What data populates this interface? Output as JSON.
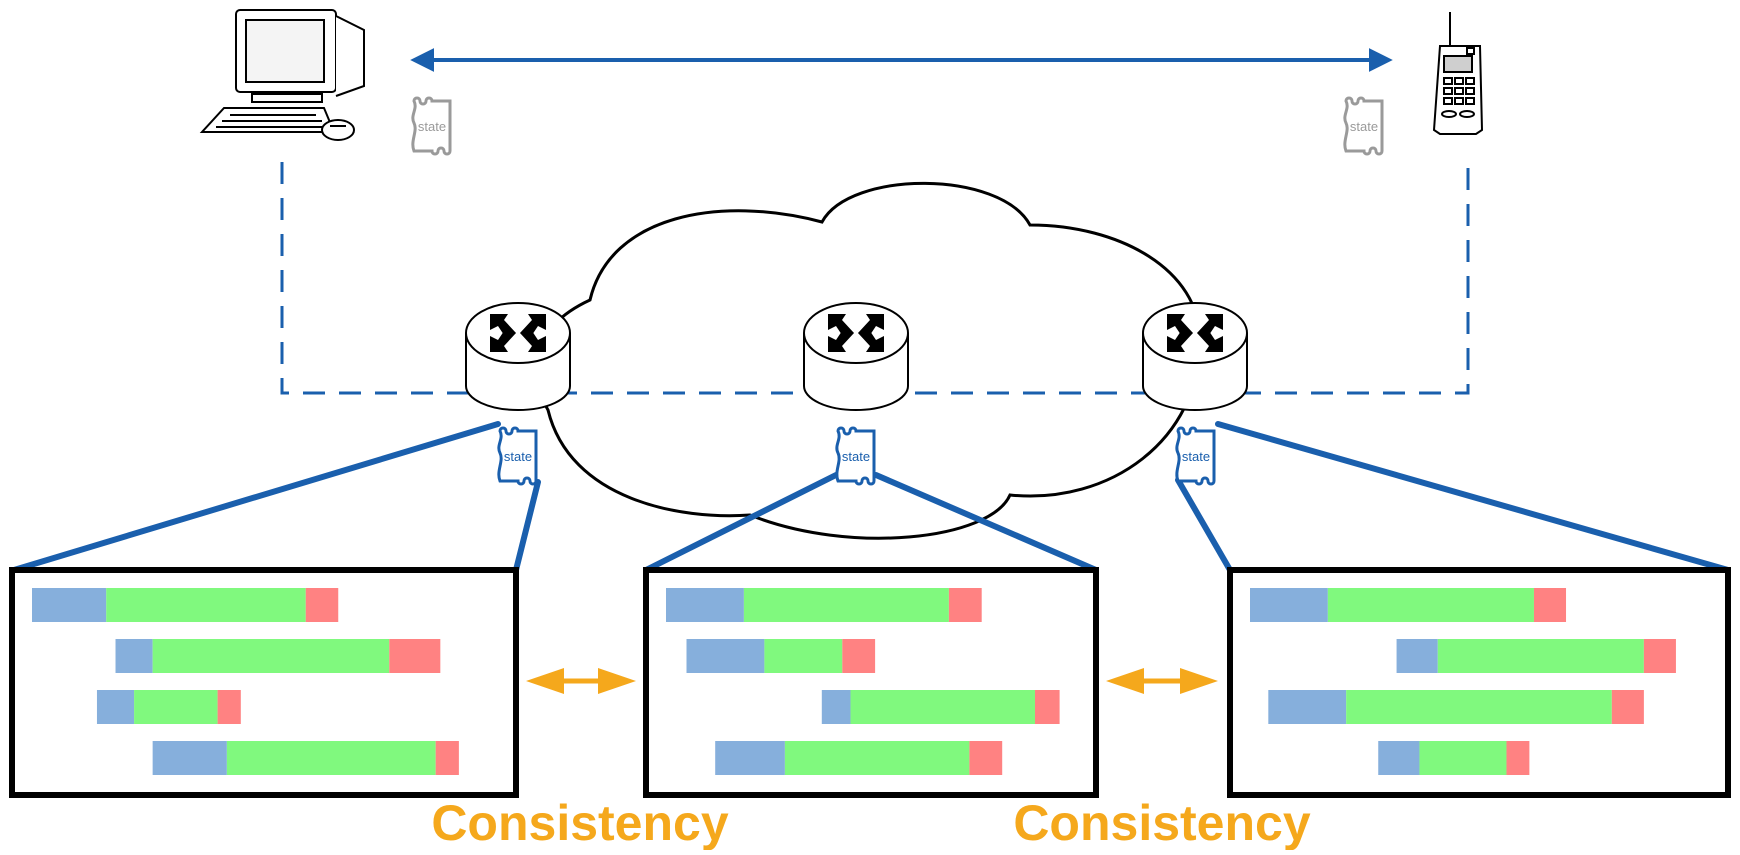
{
  "colors": {
    "link": "#1a5fad",
    "tag_gray": "#9a9a9a",
    "consistency": "#f5a81c",
    "bar_blue": "#86afdc",
    "bar_green": "#80f97e",
    "bar_red": "#ff8282"
  },
  "endpoints": {
    "computer_icon": "desktop-computer",
    "phone_icon": "mobile-phone",
    "state_label": "state"
  },
  "network": {
    "cloud_icon": "network-cloud",
    "router_icon": "router",
    "state_label": "state"
  },
  "panels": [
    {
      "rows": [
        {
          "start": 0.0,
          "blue": 0.16,
          "green": 0.43,
          "red": 0.07
        },
        {
          "start": 0.18,
          "blue": 0.08,
          "green": 0.51,
          "red": 0.11
        },
        {
          "start": 0.14,
          "blue": 0.08,
          "green": 0.18,
          "red": 0.05
        },
        {
          "start": 0.26,
          "blue": 0.16,
          "green": 0.45,
          "red": 0.05
        }
      ]
    },
    {
      "rows": [
        {
          "start": 0.0,
          "blue": 0.19,
          "green": 0.5,
          "red": 0.08
        },
        {
          "start": 0.05,
          "blue": 0.19,
          "green": 0.19,
          "red": 0.08
        },
        {
          "start": 0.38,
          "blue": 0.07,
          "green": 0.45,
          "red": 0.06
        },
        {
          "start": 0.12,
          "blue": 0.17,
          "green": 0.45,
          "red": 0.08
        }
      ]
    },
    {
      "rows": [
        {
          "start": 0.0,
          "blue": 0.17,
          "green": 0.45,
          "red": 0.07
        },
        {
          "start": 0.32,
          "blue": 0.09,
          "green": 0.45,
          "red": 0.07
        },
        {
          "start": 0.04,
          "blue": 0.17,
          "green": 0.58,
          "red": 0.07
        },
        {
          "start": 0.28,
          "blue": 0.09,
          "green": 0.19,
          "red": 0.05
        }
      ]
    }
  ],
  "consistency": [
    {
      "label": "Consistency"
    },
    {
      "label": "Consistency"
    }
  ]
}
